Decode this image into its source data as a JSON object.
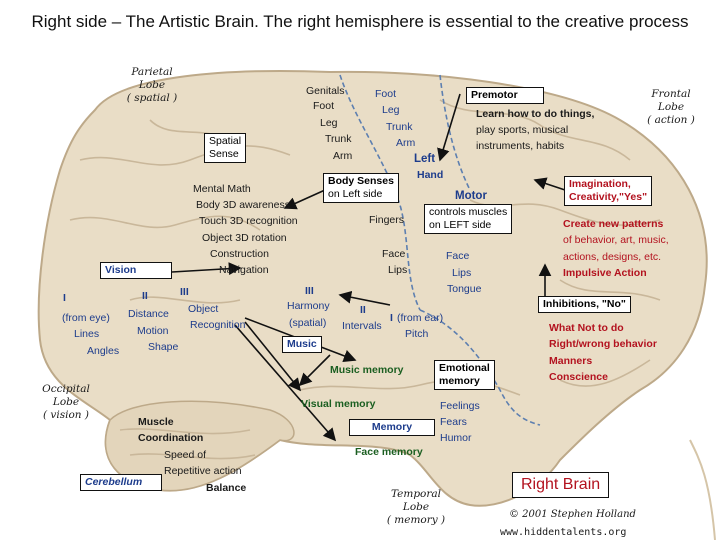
{
  "title": "Right side – The Artistic Brain. The right hemisphere is essential to the creative process",
  "lobes": {
    "parietal": [
      "Parietal",
      "Lobe",
      "( spatial )"
    ],
    "frontal": [
      "Frontal",
      "Lobe",
      "( action )"
    ],
    "occipital": [
      "Occipital",
      "Lobe",
      "( vision )"
    ],
    "temporal": [
      "Temporal",
      "Lobe",
      "( memory )"
    ]
  },
  "spatial_sense": {
    "title": [
      "Spatial",
      "Sense"
    ],
    "items": [
      "Mental Math",
      "Body 3D awareness",
      "Touch 3D recognition",
      "Object 3D rotation",
      "Construction",
      "Navigation"
    ]
  },
  "body_column": [
    "Genitals",
    "Foot",
    "Leg",
    "Trunk",
    "Arm"
  ],
  "motor_column": [
    "Foot",
    "Leg",
    "Trunk",
    "Arm"
  ],
  "left_hand": [
    "Left",
    "Hand"
  ],
  "premotor": {
    "title": "Premotor",
    "lines": [
      "Learn how to do things,",
      "play sports, musical",
      "instruments, habits"
    ]
  },
  "body_senses": {
    "title": "Body Senses",
    "sub": "on Left side",
    "fingers": "Fingers",
    "face_lips": [
      "Face",
      "Lips"
    ]
  },
  "motor": {
    "title": "Motor",
    "lines": [
      "controls muscles",
      "on LEFT side"
    ],
    "face_lips_tongue": [
      "Face",
      "Lips",
      "Tongue"
    ]
  },
  "imagination": [
    "Imagination,",
    "Creativity,\"Yes\""
  ],
  "patterns": [
    "Create new patterns",
    "of behavior, art, music,",
    "actions, designs, etc.",
    "Impulsive Action"
  ],
  "inhibitions": {
    "title": "Inhibitions, \"No\"",
    "lines": [
      "What Not to do",
      "Right/wrong behavior",
      "Manners",
      "Conscience"
    ]
  },
  "vision": {
    "title": "Vision",
    "n1": "I",
    "eye": "(from eye)",
    "lines_lbl": "Lines",
    "angles": "Angles",
    "n2": "II",
    "distance": "Distance",
    "motion": "Motion",
    "shape": "Shape",
    "n3": "III",
    "object": "Object",
    "recognition": "Recognition"
  },
  "hearing": {
    "n3": "III",
    "harmony": "Harmony",
    "spatial": "(spatial)",
    "n2": "II",
    "intervals": "Intervals",
    "n1": "I",
    "from_ear": "(from ear)",
    "pitch": "Pitch"
  },
  "music": "Music",
  "music_memory": "Music memory",
  "emotional_memory": [
    "Emotional",
    "memory"
  ],
  "visual_memory": "Visual memory",
  "memory": "Memory",
  "face_memory": "Face memory",
  "feelings": [
    "Feelings",
    "Fears",
    "Humor"
  ],
  "cerebellum": "Cerebellum",
  "muscle": [
    "Muscle",
    "Coordination",
    "Speed of",
    "Repetitive action",
    "Balance"
  ],
  "right_brain": "Right Brain",
  "copyright": "© 2001 Stephen Holland",
  "website": "www.hiddentalents.org",
  "colors": {
    "brain": "#e9ddc6",
    "fold": "#c9b79a",
    "sulcus": "#5d7fb0",
    "arrow": "#111111",
    "blue_text": "#1d3c8c",
    "red_text": "#b3121f"
  }
}
